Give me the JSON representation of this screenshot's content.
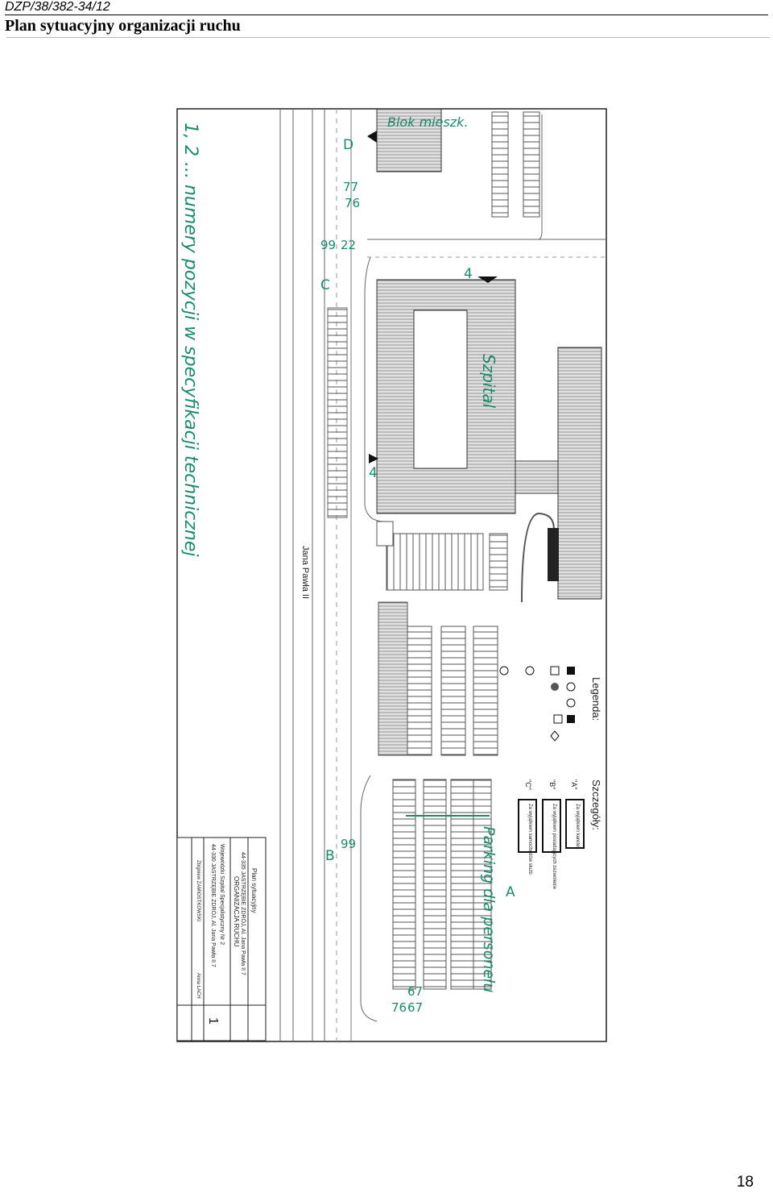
{
  "header": {
    "code": "DZP/38/382-34/12",
    "title": "Plan sytuacyjny organizacji ruchu"
  },
  "page_number": "18",
  "plan": {
    "street": "Jana Pawła II",
    "buildings": {
      "block": "Blok mieszk.",
      "hospital": "Szpital"
    },
    "handwritten": {
      "note": "1, 2 ... numery pozycji w specyfikacji technicznej",
      "parking": "Parking dla personelu",
      "marks": [
        "D",
        "C",
        "B",
        "A",
        "4",
        "4",
        "77",
        "76",
        "99",
        "22",
        "99",
        "67",
        "76",
        "67"
      ]
    },
    "legend_title": "Legenda:",
    "details_title": "Szczegóły:",
    "details": [
      {
        "key": "\"A\"",
        "text": "Za wyjątkiem karetek"
      },
      {
        "key": "\"B\"",
        "text": "Za wyjątkiem posiadających zezwolenie"
      },
      {
        "key": "\"C\"",
        "text": "Za wyjątkiem samochodów służb"
      }
    ],
    "title_block": {
      "object": "Plan sytuacyjny",
      "address": "44-335 JASTRZĘBIE ZDRÓJ, Al. Jana Pawła II 7",
      "name": "ORGANIZACJA RUCHU",
      "investor": "Wojewódzki Szpital Specjalistyczny Nr 2",
      "investor_address": "44-330 JASTRZĘBIE ZDRÓJ, Al. Jana Pawła II 7",
      "designer": "Zbigniew ZAMIOSTKOWSKI",
      "checker": "Anna ŁACH",
      "sheet": "1"
    }
  }
}
